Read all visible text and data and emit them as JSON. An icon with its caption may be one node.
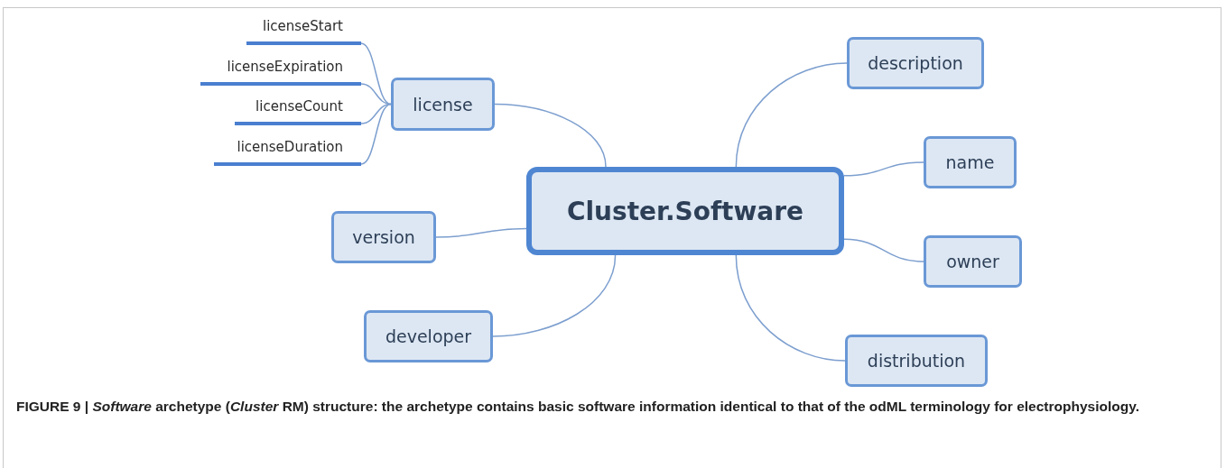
{
  "diagram": {
    "caption": "FIGURE 9 | *Software* archetype (*Cluster* RM) structure: the archetype contains basic software information identical to that of the odML terminology for electrophysiology.",
    "nodes": [
      {
        "text": [
          "Cluster.Software"
        ]
      },
      {
        "text": [
          "license"
        ]
      },
      {
        "text": [
          "licenseStart"
        ]
      },
      {
        "text": [
          "licenseExpiration"
        ]
      },
      {
        "text": [
          "licenseCount"
        ]
      },
      {
        "text": [
          "licenseDuration"
        ]
      },
      {
        "text": [
          "version"
        ]
      },
      {
        "text": [
          "developer"
        ]
      },
      {
        "text": [
          "description"
        ]
      },
      {
        "text": [
          "name"
        ]
      },
      {
        "text": [
          "owner"
        ]
      },
      {
        "text": [
          "distribution"
        ]
      }
    ],
    "edges": [
      {
        "from": 0,
        "to": 1,
        "arrow": "none"
      },
      {
        "from": 1,
        "to": 2,
        "arrow": "none"
      },
      {
        "from": 1,
        "to": 3,
        "arrow": "none"
      },
      {
        "from": 1,
        "to": 4,
        "arrow": "none"
      },
      {
        "from": 1,
        "to": 5,
        "arrow": "none"
      },
      {
        "from": 0,
        "to": 6,
        "arrow": "none"
      },
      {
        "from": 0,
        "to": 7,
        "arrow": "none"
      },
      {
        "from": 0,
        "to": 8,
        "arrow": "none"
      },
      {
        "from": 0,
        "to": 9,
        "arrow": "none"
      },
      {
        "from": 0,
        "to": 10,
        "arrow": "none"
      },
      {
        "from": 0,
        "to": 11,
        "arrow": "none"
      }
    ]
  }
}
